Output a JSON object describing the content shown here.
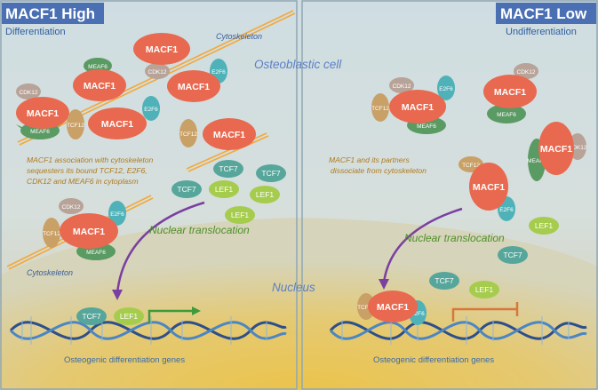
{
  "panels": {
    "left": {
      "title": "MACF1 High",
      "subtitle": "Differentiation"
    },
    "right": {
      "title": "MACF1 Low",
      "subtitle": "Undifferentiation"
    }
  },
  "labels": {
    "cell": "Osteoblastic  cell",
    "nucleus": "Nucleus",
    "cytoskeleton": "Cytoskeleton",
    "nuclear_translocation": "Nuclear translocation",
    "genes": "Osteogenic differentiation genes"
  },
  "notes": {
    "left": [
      "MACF1 association with cytoskeleton",
      "sequesters its bound TCF12, E2F6,",
      "CDK12 and MEAF6 in cytoplasm"
    ],
    "right": [
      "MACF1 and its partners",
      "dissociate from cytoskeleton"
    ]
  },
  "proteins": {
    "macf1": "MACF1",
    "meaf6": "MEAF6",
    "cdk12": "CDK12",
    "tcf12": "TCF12",
    "e2f6": "E2F6",
    "tcf7": "TCF7",
    "lef1": "LEF1"
  },
  "colors": {
    "macf1": "#e8694f",
    "meaf6": "#5a9a63",
    "cdk12": "#b8a398",
    "tcf12": "#c9a066",
    "e2f6": "#4fb2b9",
    "tcf7": "#56a69b",
    "lef1": "#a6cc4e",
    "title_bg": "#4a6fb3",
    "arrow": "#7a3fa0",
    "promoter_on": "#3e9a3a",
    "promoter_off": "#d9773a"
  }
}
